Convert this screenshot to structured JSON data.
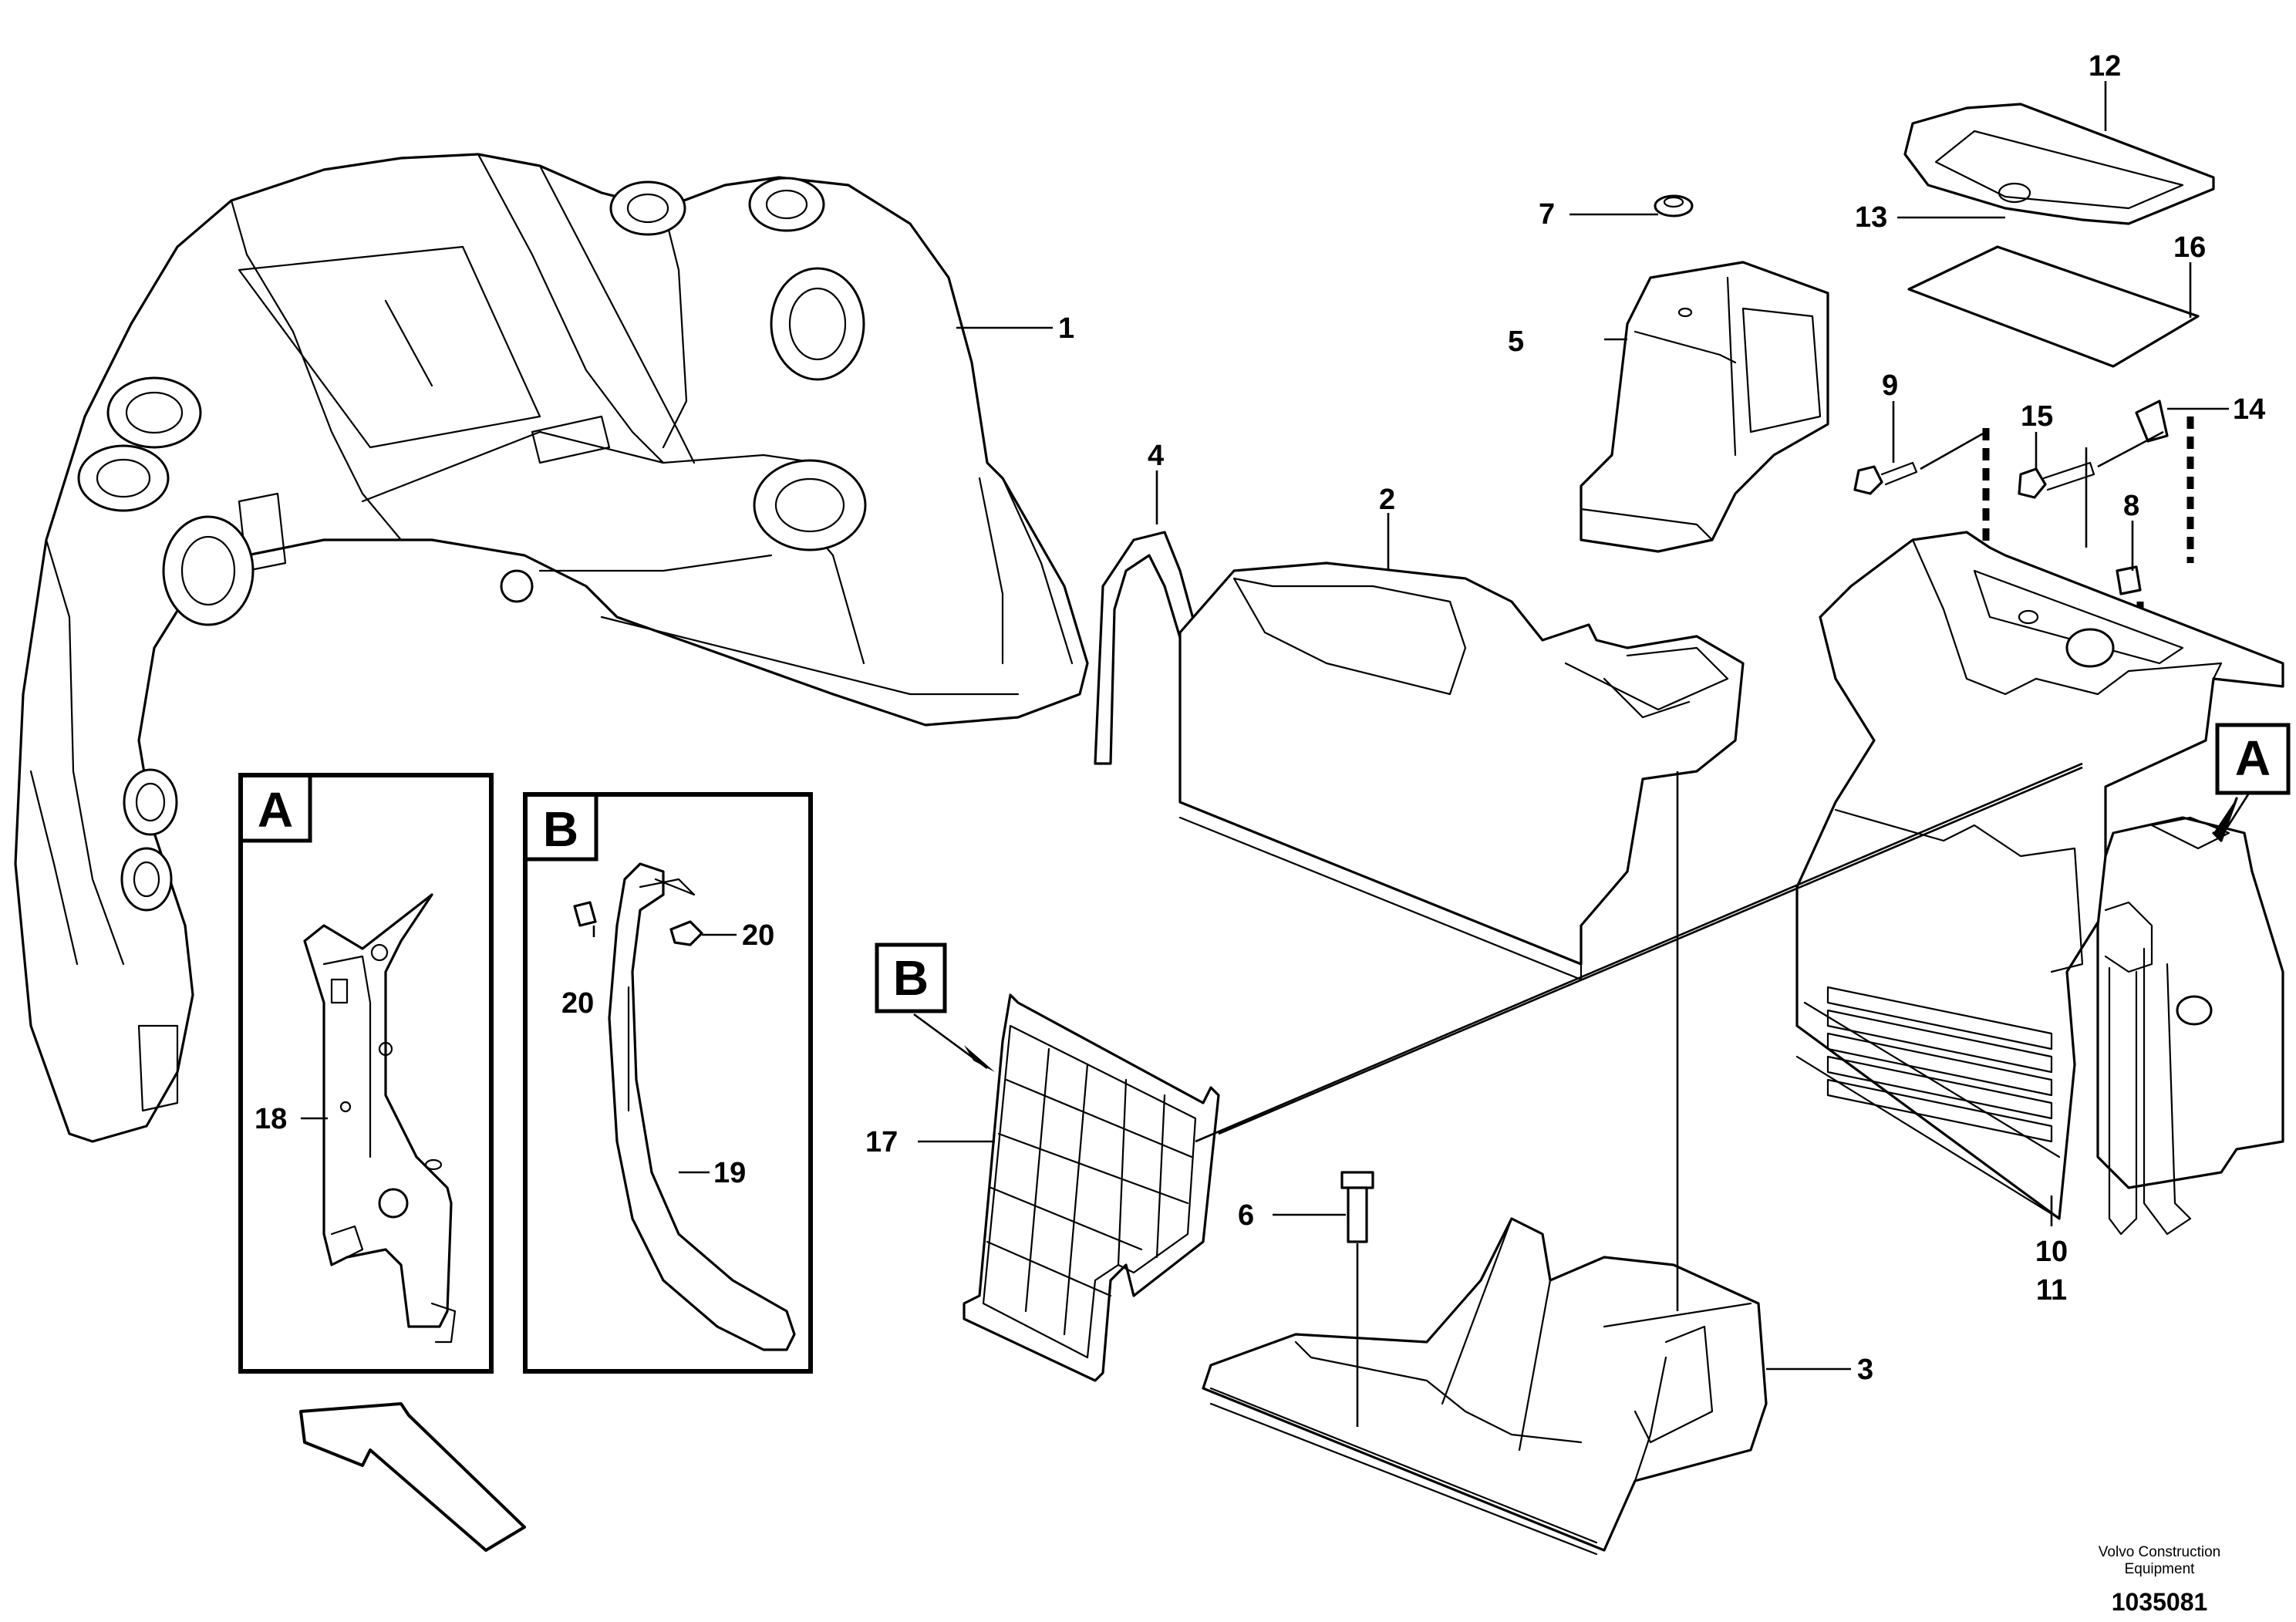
{
  "callouts": [
    {
      "id": "c1",
      "text": "1"
    },
    {
      "id": "c2",
      "text": "2"
    },
    {
      "id": "c3",
      "text": "3"
    },
    {
      "id": "c4",
      "text": "4"
    },
    {
      "id": "c5",
      "text": "5"
    },
    {
      "id": "c6",
      "text": "6"
    },
    {
      "id": "c7",
      "text": "7"
    },
    {
      "id": "c8",
      "text": "8"
    },
    {
      "id": "c9",
      "text": "9"
    },
    {
      "id": "c10",
      "text": "10"
    },
    {
      "id": "c11",
      "text": "11"
    },
    {
      "id": "c12",
      "text": "12"
    },
    {
      "id": "c13",
      "text": "13"
    },
    {
      "id": "c14",
      "text": "14"
    },
    {
      "id": "c15",
      "text": "15"
    },
    {
      "id": "c16",
      "text": "16"
    },
    {
      "id": "c17",
      "text": "17"
    },
    {
      "id": "c18",
      "text": "18"
    },
    {
      "id": "c19",
      "text": "19"
    },
    {
      "id": "c20a",
      "text": "20"
    },
    {
      "id": "c20b",
      "text": "20"
    }
  ],
  "detail_labels": {
    "detail_a": "A",
    "detail_b": "B",
    "ref_a": "A",
    "ref_b": "B"
  },
  "footer": {
    "credit_line1": "Volvo Construction",
    "credit_line2": "Equipment",
    "drawing_number": "1035081"
  }
}
